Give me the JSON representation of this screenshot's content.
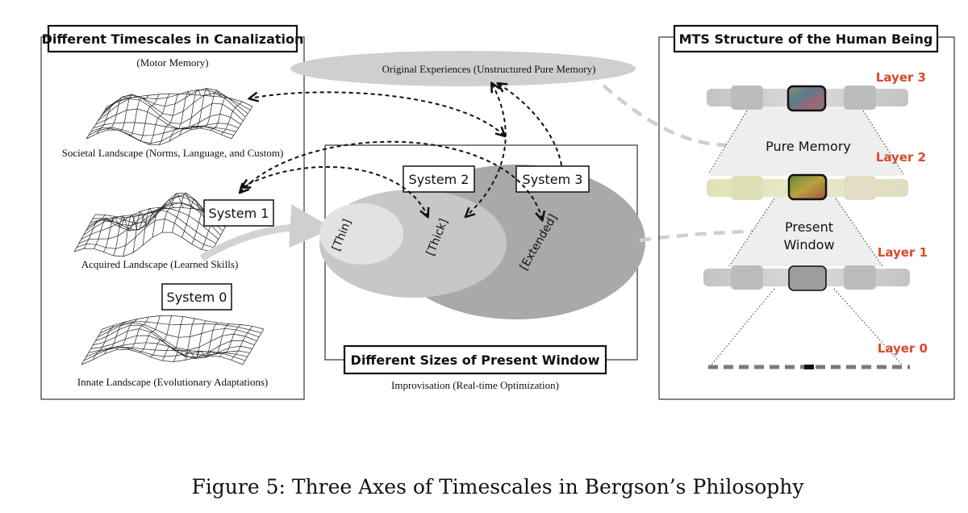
{
  "left_panel": {
    "title": "Different Timescales in Canalization",
    "motor_memory": "(Motor Memory)",
    "societal": "Societal Landscape (Norms, Language, and Custom)",
    "acquired": "Acquired Landscape (Learned Skills)",
    "innate": "Innate Landscape (Evolutionary Adaptations)",
    "system1": "System 1",
    "system0": "System 0"
  },
  "top_ellipse": {
    "label": "Original Experiences (Unstructured Pure Memory)"
  },
  "center_panel": {
    "title": "Different Sizes of Present Window",
    "subtitle": "Improvisation (Real-time Optimization)",
    "system2": "System 2",
    "system3": "System 3",
    "thin": "[Thin]",
    "thick": "[Thick]",
    "extended": "[Extended]"
  },
  "right_panel": {
    "title": "MTS Structure of the Human Being",
    "pure_memory": "Pure Memory",
    "present_line1": "Present",
    "present_line2": "Window",
    "layers": [
      "Layer 3",
      "Layer 2",
      "Layer 1",
      "Layer 0"
    ]
  },
  "caption": "Figure 5: Three Axes of Timescales in Bergson’s Philosophy",
  "colors": {
    "layer_label": "#d9492b",
    "panel_border": "#333333",
    "ellipse_fill": "#cfcfcf"
  }
}
